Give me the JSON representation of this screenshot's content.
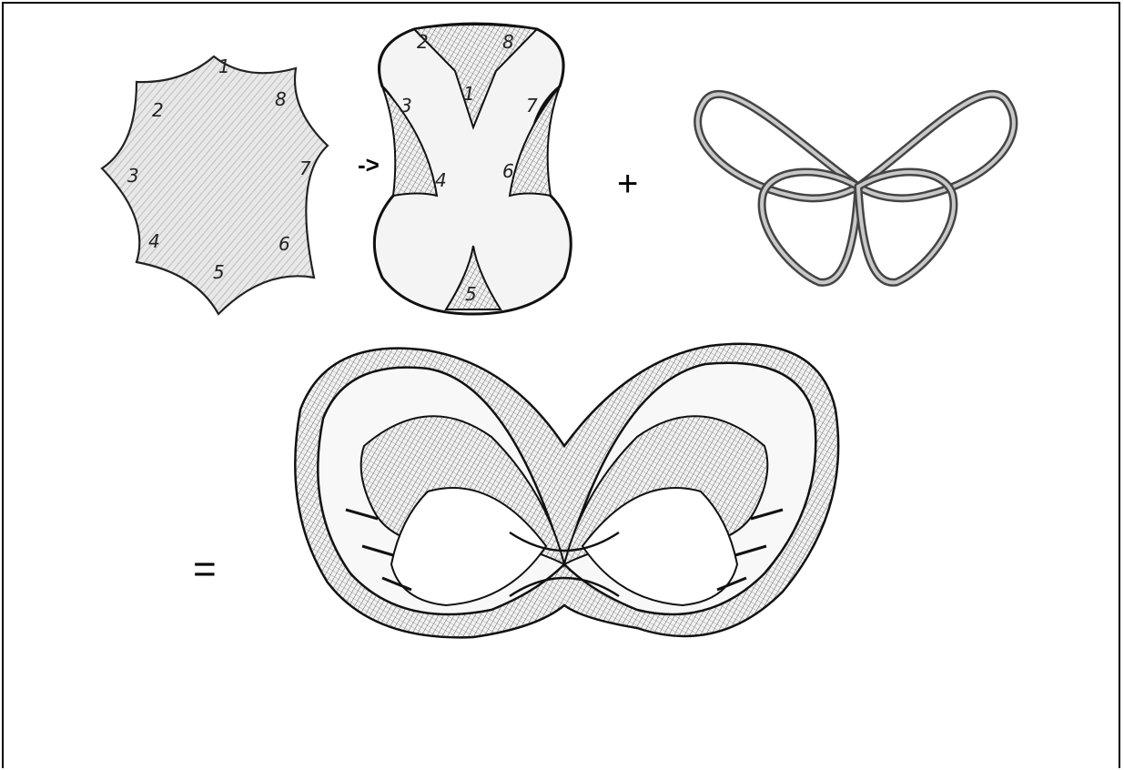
{
  "octagon": {
    "edge_labels": [
      "1",
      "2",
      "3",
      "4",
      "5",
      "6",
      "7",
      "8"
    ]
  },
  "arrow": {
    "text": "->"
  },
  "folded_surface": {
    "edge_labels": [
      "1",
      "2",
      "3",
      "4",
      "5",
      "6",
      "7",
      "8"
    ]
  },
  "plus": {
    "text": "+"
  },
  "equals": {
    "text": "="
  },
  "colors": {
    "ink": "#000000",
    "shade": "#cfcfcf",
    "paper": "#ffffff"
  }
}
